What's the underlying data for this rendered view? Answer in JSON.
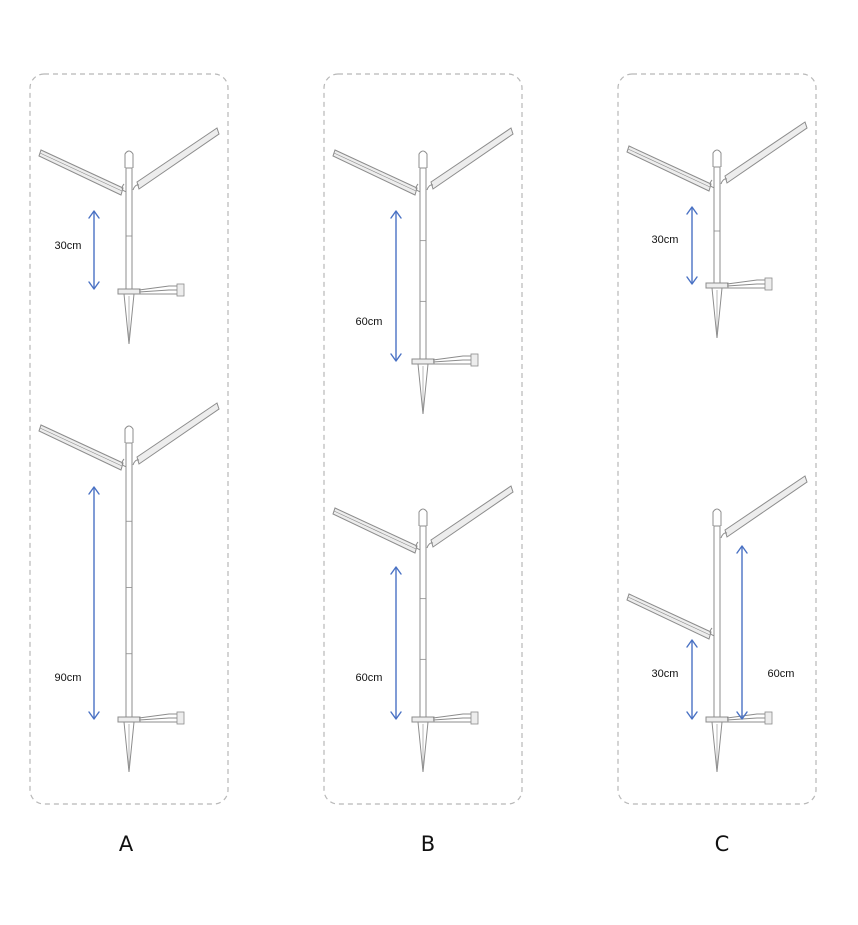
{
  "panels": [
    {
      "label": "A",
      "configs": [
        {
          "dimensions": [
            {
              "label": "30cm"
            }
          ]
        },
        {
          "dimensions": [
            {
              "label": "90cm"
            }
          ]
        }
      ]
    },
    {
      "label": "B",
      "configs": [
        {
          "dimensions": [
            {
              "label": "60cm"
            }
          ]
        },
        {
          "dimensions": [
            {
              "label": "60cm"
            }
          ]
        }
      ]
    },
    {
      "label": "C",
      "configs": [
        {
          "dimensions": [
            {
              "label": "30cm"
            }
          ]
        },
        {
          "dimensions": [
            {
              "label": "30cm"
            },
            {
              "label": "60cm"
            }
          ]
        }
      ]
    }
  ],
  "colors": {
    "arrow": "#4a72c4",
    "border": "#b8b8b8",
    "fixture_stroke": "#8c8c8c",
    "fixture_fill": "#ededed",
    "text": "#111111"
  }
}
